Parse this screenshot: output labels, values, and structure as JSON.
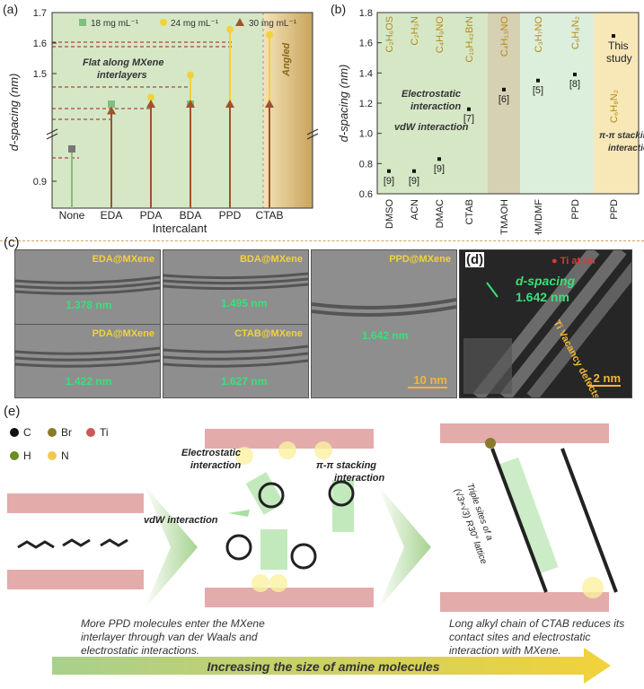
{
  "panel_a": {
    "label": "(a)",
    "ylabel": "d-spacing (nm)",
    "xlabel": "Intercalant",
    "legend": [
      "18 mg mL⁻¹",
      "24 mg mL⁻¹",
      "30 mg mL⁻¹"
    ],
    "region1": "Flat along MXene",
    "region1b": "interlayers",
    "region2": "Angled",
    "yticks": [
      "0.9",
      "1.5",
      "1.6",
      "1.7"
    ]
  },
  "panel_b": {
    "label": "(b)",
    "ylabel": "d-spacing (nm)",
    "yticks": [
      "0.6",
      "0.8",
      "1.0",
      "1.2",
      "1.4",
      "1.6",
      "1.8"
    ],
    "text_electrostatic": "Electrostatic",
    "text_interaction": "interaction",
    "text_vdw": "vdW interaction",
    "text_pipi": "π-π stacking",
    "text_pipi2": "interaction",
    "this_study": "This",
    "this_study2": "study"
  },
  "chart_data": [
    {
      "type": "scatter",
      "title": "",
      "xlabel": "Intercalant",
      "ylabel": "d-spacing (nm)",
      "categories": [
        "None",
        "EDA",
        "PDA",
        "BDA",
        "PPD",
        "CTAB"
      ],
      "ylim_lower": [
        0.85,
        0.98
      ],
      "ylim_upper": [
        1.3,
        1.7
      ],
      "axis_break": true,
      "series": [
        {
          "name": "18 mg mL⁻¹",
          "values": [
            0.96,
            1.4,
            null,
            1.4,
            null,
            null
          ]
        },
        {
          "name": "24 mg mL⁻¹",
          "values": [
            null,
            null,
            1.422,
            1.495,
            1.645,
            1.627
          ]
        },
        {
          "name": "30 mg mL⁻¹",
          "values": [
            null,
            1.378,
            1.4,
            1.4,
            1.4,
            1.4
          ]
        }
      ]
    },
    {
      "type": "scatter",
      "title": "",
      "ylabel": "d-spacing (nm)",
      "ylim": [
        0.6,
        1.8
      ],
      "categories": [
        "DMSO",
        "ACN",
        "DMAC",
        "CTAB",
        "TMAOH",
        "HM/DMF",
        "PPD",
        "PPD"
      ],
      "formulas": [
        "C₂H₆OS",
        "C₂H₃N",
        "C₄H₉NO",
        "C₁₉H₄₂BrN",
        "C₄H₁₃NO",
        "C₃H₇NO",
        "C₆H₈N₂",
        "C₆H₈N₂"
      ],
      "refs": [
        "[9]",
        "[9]",
        "[9]",
        "[7]",
        "[6]",
        "[5]",
        "[8]",
        ""
      ],
      "values": [
        0.75,
        0.75,
        0.83,
        1.16,
        1.29,
        1.35,
        1.39,
        1.645
      ]
    }
  ],
  "panel_c": {
    "label": "(c)",
    "images": [
      {
        "name": "EDA@MXene",
        "d": "1.378 nm"
      },
      {
        "name": "BDA@MXene",
        "d": "1.495 nm"
      },
      {
        "name": "PPD@MXene",
        "d": "1.642 nm"
      },
      {
        "name": "PDA@MXene",
        "d": "1.422 nm"
      },
      {
        "name": "CTAB@MXene",
        "d": "1.627 nm"
      }
    ],
    "scale": "10 nm"
  },
  "panel_d": {
    "label": "(d)",
    "ti_atom": "Ti atom",
    "dspacing": "d-spacing",
    "dvalue": "1.642 nm",
    "vacancy": "Ti Vacancy",
    "vacancy2": "defects",
    "scale": "2 nm"
  },
  "panel_e": {
    "label": "(e)",
    "legend": [
      {
        "sym": "C",
        "color": "#111111"
      },
      {
        "sym": "Br",
        "color": "#8a7a2a"
      },
      {
        "sym": "Ti",
        "color": "#c85a5a"
      },
      {
        "sym": "H",
        "color": "#6b8e23"
      },
      {
        "sym": "N",
        "color": "#f2c94c"
      }
    ],
    "electrostatic": "Electrostatic",
    "electrostatic2": "interaction",
    "pipi": "π-π stacking",
    "pipi2": "interaction",
    "vdw": "vdW interaction",
    "triple": "Triple sites of a",
    "lattice": "(√3×√3) R30° lattice",
    "caption_left": "More PPD molecules enter the MXene interlayer through van der Waals and electrostatic interactions.",
    "caption_right": "Long alkyl chain of CTAB reduces its contact sites and electrostatic interaction with MXene.",
    "arrow_text": "Increasing the size of amine molecules"
  }
}
